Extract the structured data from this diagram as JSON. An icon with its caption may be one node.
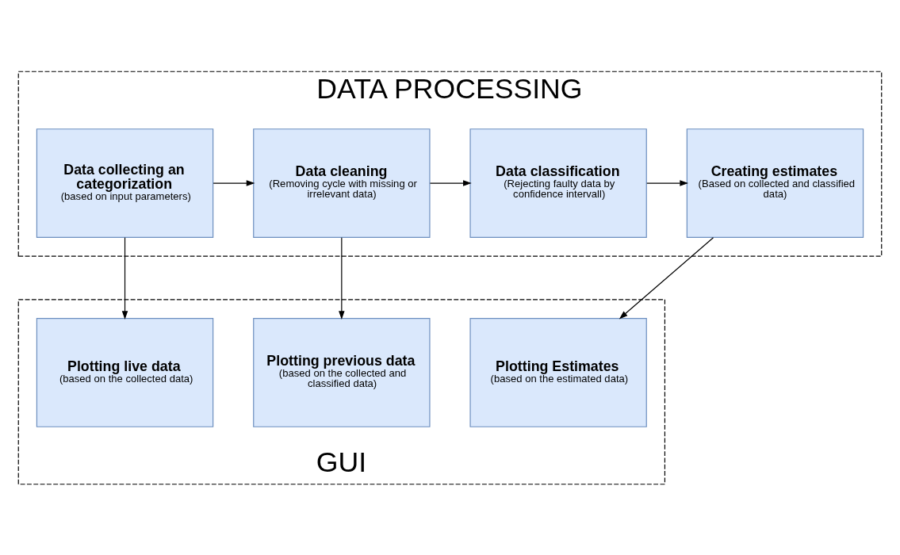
{
  "diagram": {
    "nodes": [
      {
        "text": [
          "DATA PROCESSING"
        ]
      },
      {
        "text": [
          "Data collecting an categorization",
          "(based on input parameters)"
        ],
        "in": 0
      },
      {
        "text": [
          "Data cleaning",
          "(Removing cycle with missing or irrelevant data)"
        ],
        "in": 0
      },
      {
        "text": [
          "Data classification",
          "(Rejecting faulty data by confidence intervall)"
        ],
        "in": 0
      },
      {
        "text": [
          "Creating estimates",
          "(Based on collected and classified data)"
        ],
        "in": 0
      },
      {
        "text": [
          "GUI"
        ]
      },
      {
        "text": [
          "Plotting live data",
          "(based on the collected data)"
        ],
        "in": 5
      },
      {
        "text": [
          "Plotting previous data",
          "(based on the collected and classified data)"
        ],
        "in": 5
      },
      {
        "text": [
          "Plotting Estimates",
          "(based on the estimated data)"
        ],
        "in": 5
      }
    ],
    "edges": [
      {
        "from": 1,
        "to": 2,
        "arrow": "to"
      },
      {
        "from": 2,
        "to": 3,
        "arrow": "to"
      },
      {
        "from": 3,
        "to": 4,
        "arrow": "to"
      },
      {
        "from": 1,
        "to": 6,
        "arrow": "to"
      },
      {
        "from": 2,
        "to": 7,
        "arrow": "to"
      },
      {
        "from": 4,
        "to": 8,
        "arrow": "to"
      }
    ]
  }
}
